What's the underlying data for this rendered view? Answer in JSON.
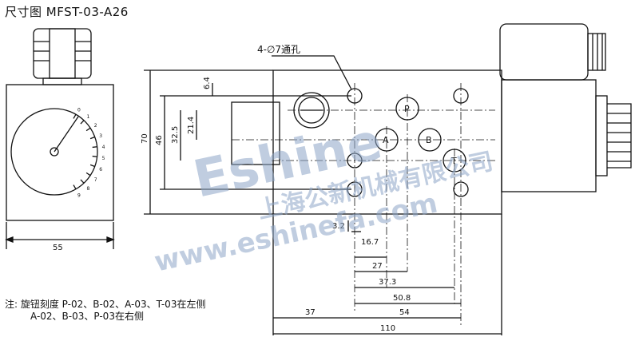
{
  "title": "尺寸图 MFST-03-A26",
  "note_line1": "注: 旋钮刻度 P-02、B-02、A-03、T-03在左侧",
  "note_line2": "A-02、B-03、P-03在右侧",
  "callout": "4-∅7通孔",
  "ports": [
    "P",
    "A",
    "B",
    "T"
  ],
  "dimensions": {
    "width_left": "55",
    "h70": "70",
    "h46": "46",
    "h32_5": "32.5",
    "h21_4": "21.4",
    "h6_4": "6.4",
    "d3_2": "3.2",
    "d16_7": "16.7",
    "d27": "27",
    "d37_3": "37.3",
    "d50_8": "50.8",
    "d37": "37",
    "d54": "54",
    "d110": "110"
  },
  "dial_scale": [
    "0",
    "1",
    "2",
    "3",
    "4",
    "5",
    "6",
    "7",
    "8",
    "9"
  ],
  "watermark": {
    "brand": "Eshine",
    "company": "上海公新机械有限公司",
    "site": "www.eshinefa.com"
  },
  "colors": {
    "line": "#111111",
    "watermark": "#8ea6c8"
  }
}
